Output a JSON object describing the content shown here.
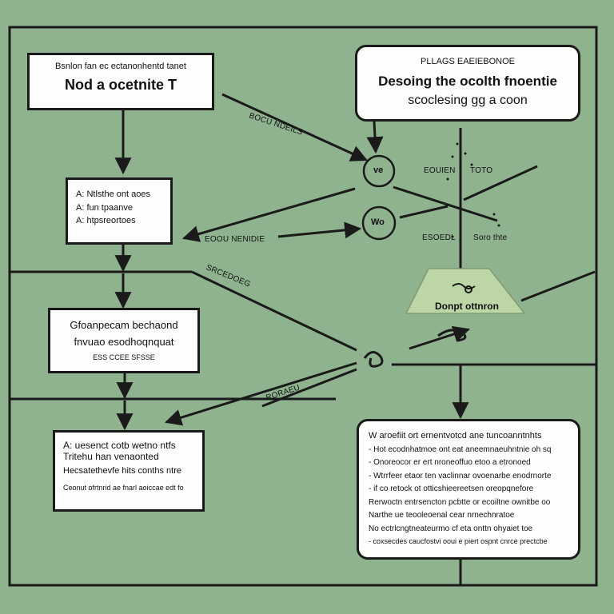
{
  "colors": {
    "background": "#8fb38f",
    "box_fill": "#fdfdfb",
    "line": "#1a1a1a",
    "trapezoid": "#bcd6a6"
  },
  "box1": {
    "top": "Bsnlon fan ec ectanonhentd tanet",
    "main": "Nod a ocetnite T"
  },
  "box2": {
    "items": [
      "A: Ntlsthe ont aoes",
      "A: fun tpaanve",
      "A: htpsreortoes"
    ]
  },
  "box3": {
    "line1": "Gfoanpecam bechaond",
    "line2": "fnvuao esodhoqnquat",
    "line3": "ESS CCEE SFSSE"
  },
  "box4": {
    "line1": "A: uesenct cotb wetno ntfs",
    "line2": "Tritehu han venaonted",
    "line3": "Hecsatethevfe hits conths ntre",
    "line4": "Ceonut ofrtnrid ae fnarl aoiccae edt fo"
  },
  "box5": {
    "heading": "PLLAGS EAEIEBONOE",
    "line1": "Desoing the ocolth fnoentie",
    "line2": "scoclesing gg a coon"
  },
  "box6": {
    "items": [
      "W aroefiit ort ernentvotcd ane tuncoanntnhts",
      "- Hot ecodnhatmoe ont eat aneemnaeuhntnie oh sq",
      "- Onoreocor er ert nroneoffuo etoo a etronoed",
      "- Wtrrfeer etaor ten vaclinnar ovoenarbe enodrnorte",
      "- if co retock ot otticshieereetsen oreopqnefore",
      "Rerwoctn entrsencton pcbtte or ecoiltne ownitbe oo",
      "Narthe ue teooleoenal cear nrnechnratoe",
      "No ectrlcngtneateurmo cf eta onttn ohyaiet toe",
      "- coxsecdes caucfostvi ooui e piert ospnt cnrce prectcbe"
    ]
  },
  "node_labels": {
    "n1": "ve",
    "n2": "Wo"
  },
  "trapezoid_label": "Donpt ottnron",
  "labels": {
    "l1": "BOCU NDEILS",
    "l2": "EOUIEN",
    "l3": "TOTO",
    "l4": "EOOU NENIDIE",
    "l5": "ESOEDL",
    "l6": "Soro thte",
    "l7": "SRCEDOEG",
    "l8": "RORAEU"
  }
}
